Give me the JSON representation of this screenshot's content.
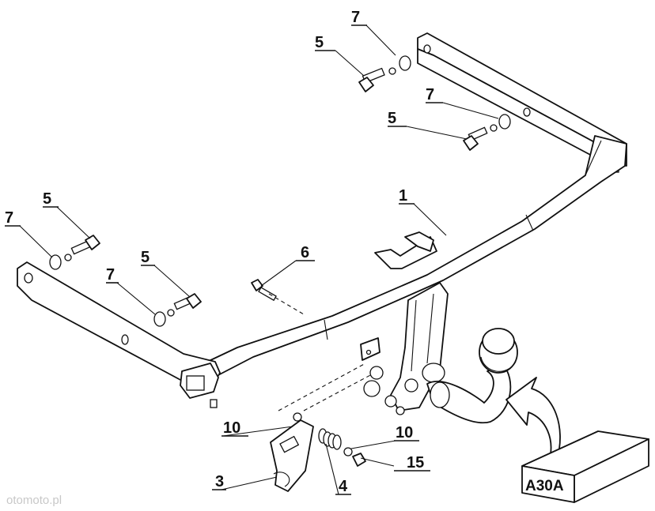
{
  "diagram": {
    "labels": {
      "l7a": "7",
      "l5a": "5",
      "l7b": "7",
      "l5b": "5",
      "l1": "1",
      "l5c": "5",
      "l7c": "7",
      "l5d": "5",
      "l7d": "7",
      "l6": "6",
      "l10a": "10",
      "l10b": "10",
      "l15": "15",
      "l3": "3",
      "l4": "4"
    },
    "box_label": "A30A",
    "watermark": "otomoto.pl"
  }
}
